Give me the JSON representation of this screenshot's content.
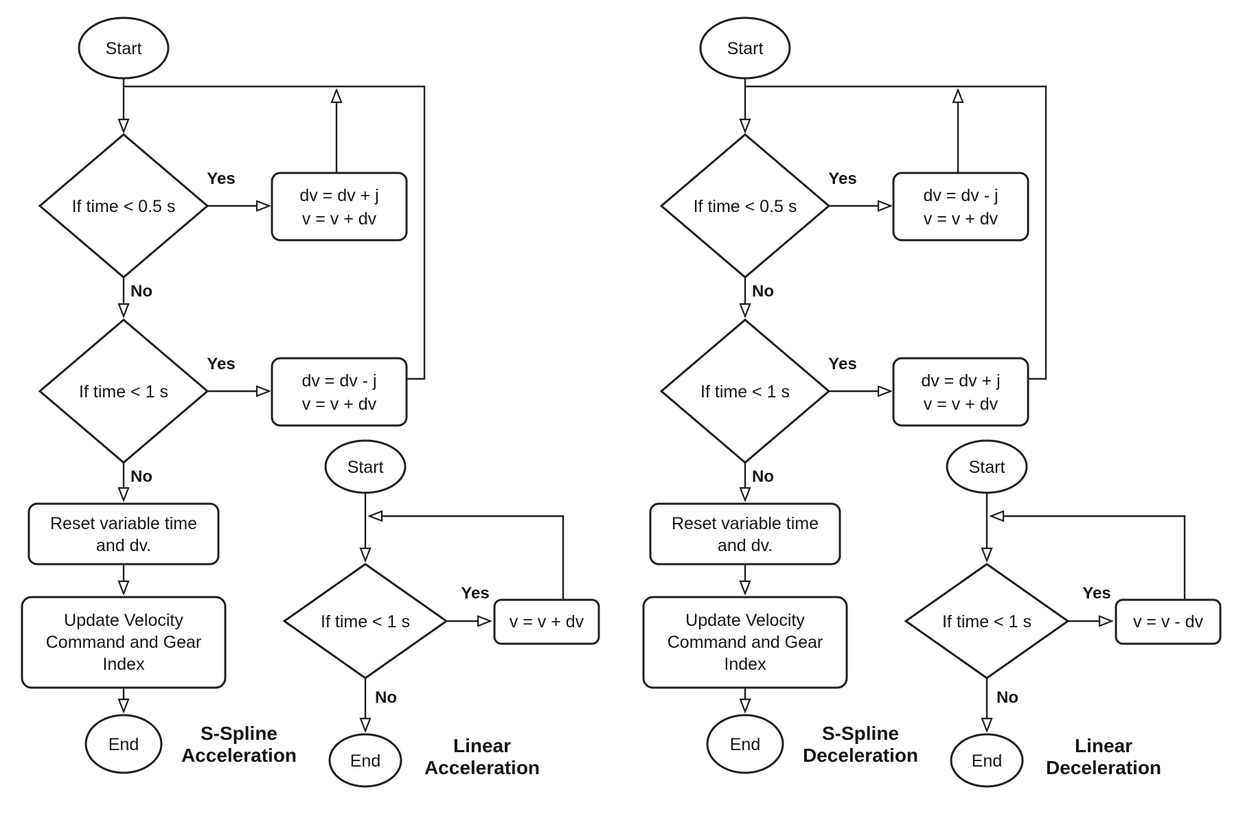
{
  "figure": {
    "background": "#ffffff",
    "stroke_color": "#1f1f1f"
  },
  "branch_labels": {
    "yes": "Yes",
    "no": "No"
  },
  "charts": [
    {
      "id": "s-spline-acceleration",
      "caption": [
        "S-Spline",
        "Acceleration"
      ],
      "start_label": "Start",
      "end_label": "End",
      "decisions": [
        "If time < 0.5 s",
        "If time < 1 s"
      ],
      "process1": [
        "dv = dv + j",
        "v = v + dv"
      ],
      "process2": [
        "dv = dv - j",
        "v = v + dv"
      ],
      "reset_box": [
        "Reset variable time",
        "and dv."
      ],
      "update_box": [
        "Update Velocity",
        "Command and Gear",
        "Index"
      ]
    },
    {
      "id": "linear-acceleration",
      "caption": [
        "Linear",
        "Acceleration"
      ],
      "start_label": "Start",
      "end_label": "End",
      "decisions": [
        "If time < 1 s"
      ],
      "process1": [
        "v = v + dv"
      ]
    },
    {
      "id": "s-spline-deceleration",
      "caption": [
        "S-Spline",
        "Deceleration"
      ],
      "start_label": "Start",
      "end_label": "End",
      "decisions": [
        "If time < 0.5 s",
        "If time < 1 s"
      ],
      "process1": [
        "dv = dv - j",
        "v = v + dv"
      ],
      "process2": [
        "dv = dv + j",
        "v = v + dv"
      ],
      "reset_box": [
        "Reset variable time",
        "and dv."
      ],
      "update_box": [
        "Update Velocity",
        "Command and Gear",
        "Index"
      ]
    },
    {
      "id": "linear-deceleration",
      "caption": [
        "Linear",
        "Deceleration"
      ],
      "start_label": "Start",
      "end_label": "End",
      "decisions": [
        "If time < 1 s"
      ],
      "process1": [
        "v = v - dv"
      ]
    }
  ]
}
